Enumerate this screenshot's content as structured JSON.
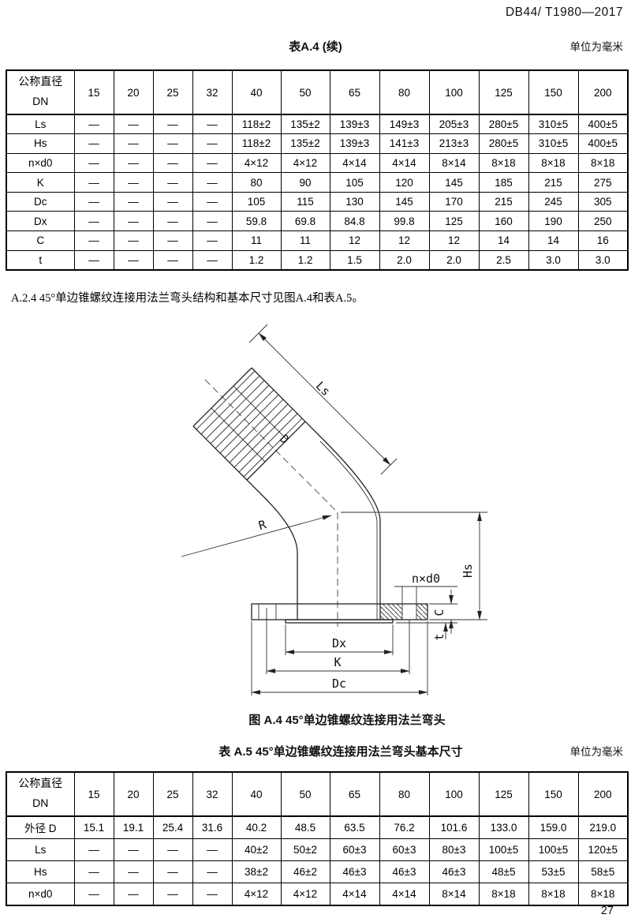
{
  "page": {
    "doc_number": "DB44/ T1980—2017",
    "page_number": "27"
  },
  "table_a4": {
    "title": "表A.4 (续)",
    "unit_note": "单位为毫米",
    "header_line1": "公称直径",
    "header_line2": "DN",
    "columns": [
      "15",
      "20",
      "25",
      "32",
      "40",
      "50",
      "65",
      "80",
      "100",
      "125",
      "150",
      "200"
    ],
    "rows": [
      {
        "label": "Ls",
        "values": [
          "—",
          "—",
          "—",
          "—",
          "118±2",
          "135±2",
          "139±3",
          "149±3",
          "205±3",
          "280±5",
          "310±5",
          "400±5"
        ]
      },
      {
        "label": "Hs",
        "values": [
          "—",
          "—",
          "—",
          "—",
          "118±2",
          "135±2",
          "139±3",
          "141±3",
          "213±3",
          "280±5",
          "310±5",
          "400±5"
        ]
      },
      {
        "label": "n×d0",
        "values": [
          "—",
          "—",
          "—",
          "—",
          "4×12",
          "4×12",
          "4×14",
          "4×14",
          "8×14",
          "8×18",
          "8×18",
          "8×18"
        ]
      },
      {
        "label": "K",
        "values": [
          "—",
          "—",
          "—",
          "—",
          "80",
          "90",
          "105",
          "120",
          "145",
          "185",
          "215",
          "275"
        ]
      },
      {
        "label": "Dc",
        "values": [
          "—",
          "—",
          "—",
          "—",
          "105",
          "115",
          "130",
          "145",
          "170",
          "215",
          "245",
          "305"
        ]
      },
      {
        "label": "Dx",
        "values": [
          "—",
          "—",
          "—",
          "—",
          "59.8",
          "69.8",
          "84.8",
          "99.8",
          "125",
          "160",
          "190",
          "250"
        ]
      },
      {
        "label": "C",
        "values": [
          "—",
          "—",
          "—",
          "—",
          "11",
          "11",
          "12",
          "12",
          "12",
          "14",
          "14",
          "16"
        ]
      },
      {
        "label": "t",
        "values": [
          "—",
          "—",
          "—",
          "—",
          "1.2",
          "1.2",
          "1.5",
          "2.0",
          "2.0",
          "2.5",
          "3.0",
          "3.0"
        ]
      }
    ]
  },
  "paragraph_a24": "A.2.4  45°单边锥螺纹连接用法兰弯头结构和基本尺寸见图A.4和表A.5。",
  "figure_a4": {
    "caption": "图 A.4  45°单边锥螺纹连接用法兰弯头",
    "labels": {
      "ls": "Ls",
      "d": "D",
      "r": "R",
      "hs": "Hs",
      "nxd0": "n×d0",
      "c": "C",
      "t": "t",
      "dx": "Dx",
      "k": "K",
      "dc": "Dc"
    }
  },
  "table_a5": {
    "title": "表 A.5  45°单边锥螺纹连接用法兰弯头基本尺寸",
    "unit_note": "单位为毫米",
    "header_line1": "公称直径",
    "header_line2": "DN",
    "columns": [
      "15",
      "20",
      "25",
      "32",
      "40",
      "50",
      "65",
      "80",
      "100",
      "125",
      "150",
      "200"
    ],
    "rows": [
      {
        "label": "外径 D",
        "values": [
          "15.1",
          "19.1",
          "25.4",
          "31.6",
          "40.2",
          "48.5",
          "63.5",
          "76.2",
          "101.6",
          "133.0",
          "159.0",
          "219.0"
        ]
      },
      {
        "label": "Ls",
        "values": [
          "—",
          "—",
          "—",
          "—",
          "40±2",
          "50±2",
          "60±3",
          "60±3",
          "80±3",
          "100±5",
          "100±5",
          "120±5"
        ]
      },
      {
        "label": "Hs",
        "values": [
          "—",
          "—",
          "—",
          "—",
          "38±2",
          "46±2",
          "46±3",
          "46±3",
          "46±3",
          "48±5",
          "53±5",
          "58±5"
        ]
      },
      {
        "label": "n×d0",
        "values": [
          "—",
          "—",
          "—",
          "—",
          "4×12",
          "4×12",
          "4×14",
          "4×14",
          "8×14",
          "8×18",
          "8×18",
          "8×18"
        ]
      }
    ]
  }
}
